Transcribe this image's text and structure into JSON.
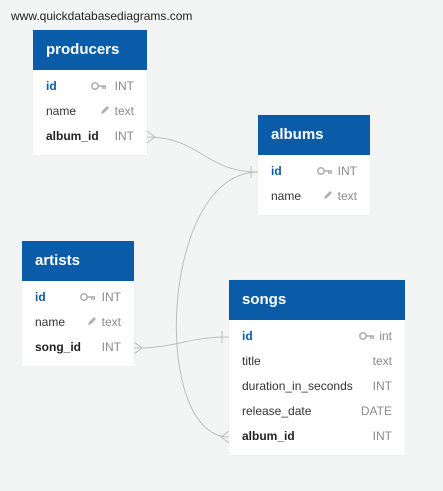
{
  "watermark": "www.quickdatabasediagrams.com",
  "tables": {
    "producers": {
      "title": "producers",
      "fields": [
        {
          "name": "id",
          "type": "INT",
          "icon": "key-icon"
        },
        {
          "name": "name",
          "type": "text",
          "icon": "pencil-icon"
        },
        {
          "name": "album_id",
          "type": "INT",
          "icon": ""
        }
      ]
    },
    "albums": {
      "title": "albums",
      "fields": [
        {
          "name": "id",
          "type": "INT",
          "icon": "key-icon"
        },
        {
          "name": "name",
          "type": "text",
          "icon": "pencil-icon"
        }
      ]
    },
    "artists": {
      "title": "artists",
      "fields": [
        {
          "name": "id",
          "type": "INT",
          "icon": "key-icon"
        },
        {
          "name": "name",
          "type": "text",
          "icon": "pencil-icon"
        },
        {
          "name": "song_id",
          "type": "INT",
          "icon": ""
        }
      ]
    },
    "songs": {
      "title": "songs",
      "fields": [
        {
          "name": "id",
          "type": "int",
          "icon": "key-icon"
        },
        {
          "name": "title",
          "type": "text",
          "icon": ""
        },
        {
          "name": "duration_in_seconds",
          "type": "INT",
          "icon": ""
        },
        {
          "name": "release_date",
          "type": "DATE",
          "icon": ""
        },
        {
          "name": "album_id",
          "type": "INT",
          "icon": ""
        }
      ]
    }
  },
  "colors": {
    "header": "#0a5ca8",
    "background": "#f3f5f5",
    "link": "#bdbdbd"
  }
}
